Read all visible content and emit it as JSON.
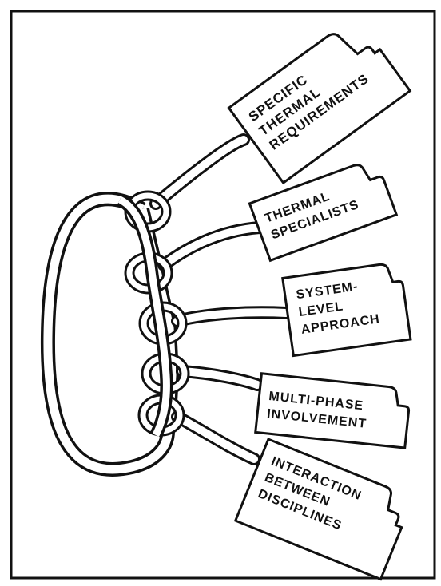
{
  "diagram": {
    "tags": [
      {
        "id": "specific-thermal-requirements",
        "lines": [
          "SPECIFIC",
          "THERMAL",
          "REQUIREMENTS"
        ]
      },
      {
        "id": "thermal-specialists",
        "lines": [
          "THERMAL",
          "SPECIALISTS"
        ]
      },
      {
        "id": "system-level-approach",
        "lines": [
          "SYSTEM-",
          "LEVEL",
          "APPROACH"
        ]
      },
      {
        "id": "multi-phase-involvement",
        "lines": [
          "MULTI-PHASE",
          "INVOLVEMENT"
        ]
      },
      {
        "id": "interaction-between-disciplines",
        "lines": [
          "INTERACTION",
          "BETWEEN",
          "DISCIPLINES"
        ]
      }
    ]
  }
}
